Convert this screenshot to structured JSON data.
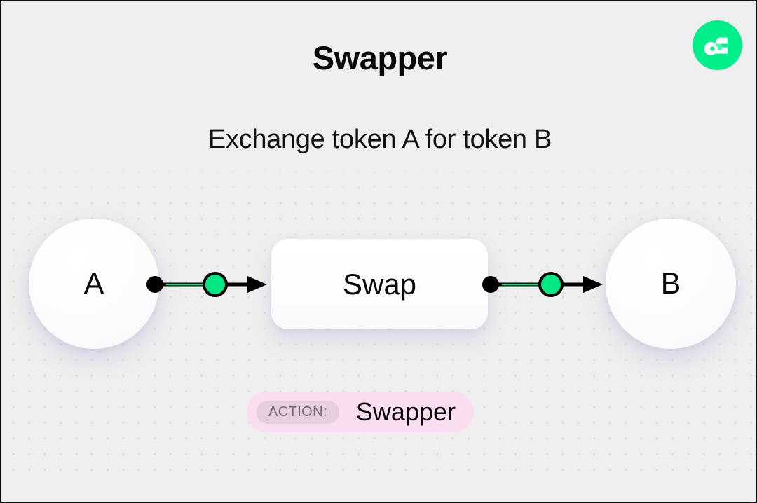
{
  "header": {
    "title": "Swapper",
    "subtitle": "Exchange token A for token B"
  },
  "brand": {
    "icon": "flow-logo-icon",
    "circle_color": "#00EF8B",
    "mark_color": "#FFFFFF",
    "accent_color": "#3DFFA6"
  },
  "flow": {
    "source_node": {
      "label": "A"
    },
    "process_card": {
      "label": "Swap"
    },
    "target_node": {
      "label": "B"
    },
    "connectors": [
      {
        "name": "connector-a-to-swap",
        "start_dot_color": "#000000",
        "line_color": "#000000",
        "accent_color": "#00E57E",
        "node_fill": "#00E883",
        "node_stroke": "#000000",
        "arrow_color": "#000000"
      },
      {
        "name": "connector-swap-to-b",
        "start_dot_color": "#000000",
        "line_color": "#000000",
        "accent_color": "#00E57E",
        "node_fill": "#00E883",
        "node_stroke": "#000000",
        "arrow_color": "#000000"
      }
    ]
  },
  "action_badge": {
    "label": "ACTION:",
    "value": "Swapper",
    "pill_color": "#FBDDF2",
    "label_pill_color": "#E7CDE0",
    "label_text_color": "#6E6B70"
  },
  "canvas": {
    "background_color": "#EFEFEF",
    "dot_color": "#DCDCDC",
    "border_color": "#111111"
  }
}
